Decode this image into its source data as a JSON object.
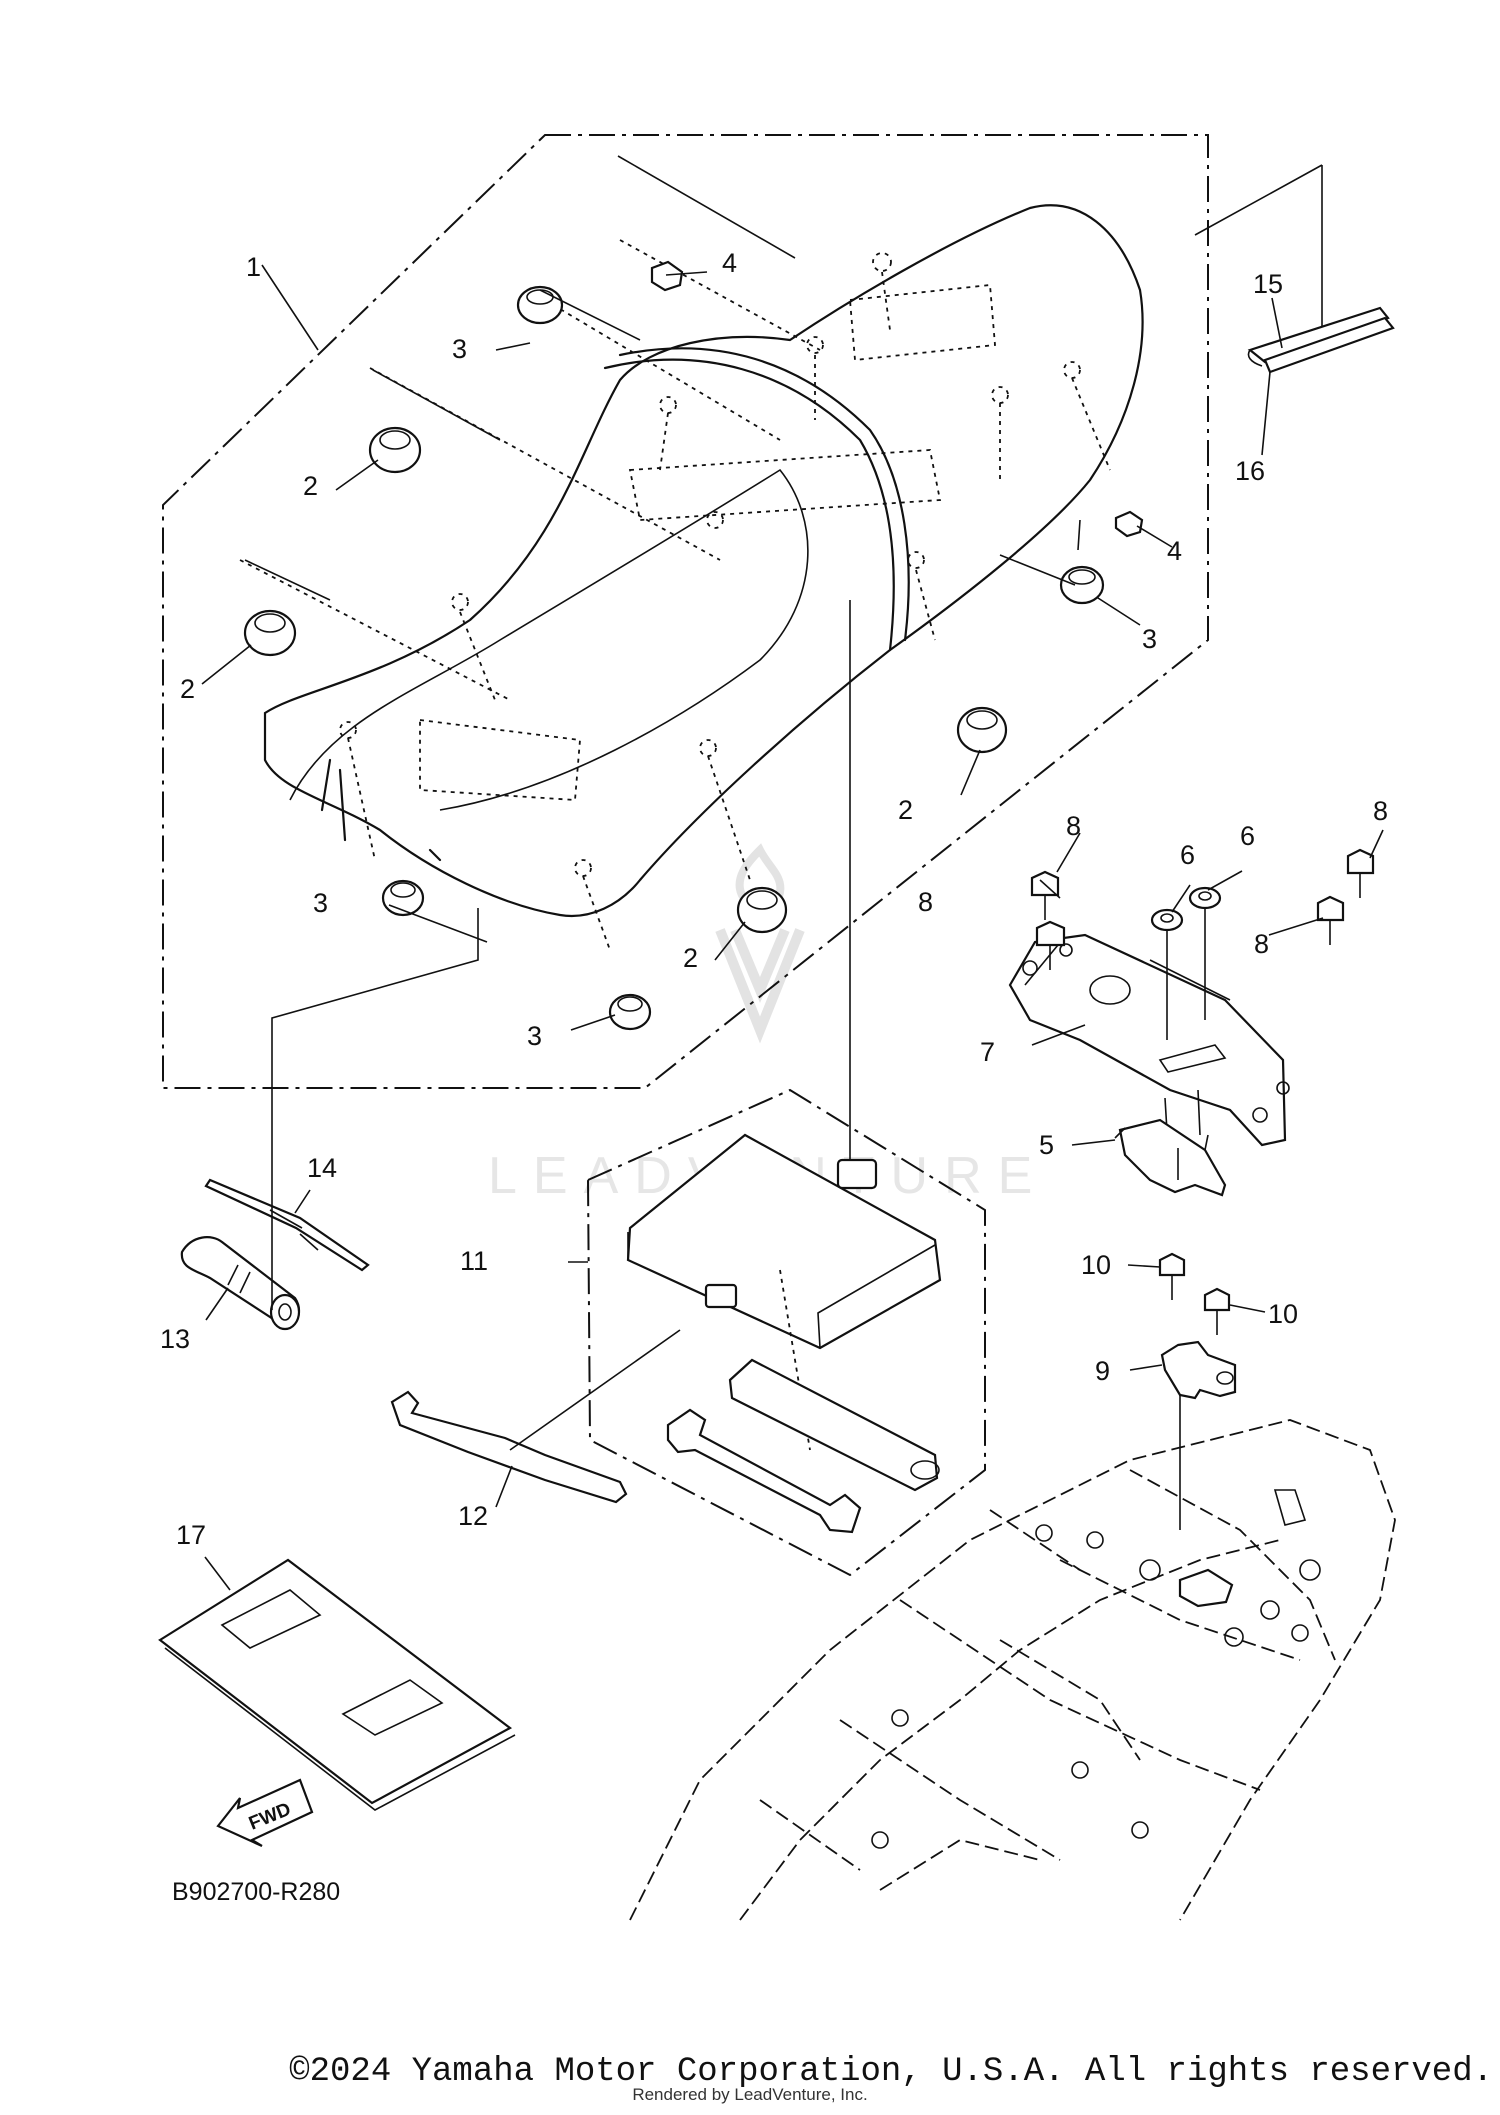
{
  "diagram": {
    "callouts": {
      "c1": "1",
      "c2a": "2",
      "c2b": "2",
      "c2c": "2",
      "c2d": "2",
      "c3a": "3",
      "c3b": "3",
      "c3c": "3",
      "c3d": "3",
      "c4a": "4",
      "c4b": "4",
      "c5": "5",
      "c6a": "6",
      "c6b": "6",
      "c7": "7",
      "c8a": "8",
      "c8b": "8",
      "c8c": "8",
      "c8d": "8",
      "c9": "9",
      "c10a": "10",
      "c10b": "10",
      "c11": "11",
      "c12": "12",
      "c13": "13",
      "c14": "14",
      "c15": "15",
      "c16": "16",
      "c17": "17"
    },
    "fwd_label": "FWD",
    "diagram_code": "B902700-R280",
    "watermark": "LEADVENTURE"
  },
  "footer": {
    "copyright": "©2024 Yamaha Motor Corporation, U.S.A. All rights reserved.",
    "rendered_by": "Rendered by LeadVenture, Inc."
  }
}
